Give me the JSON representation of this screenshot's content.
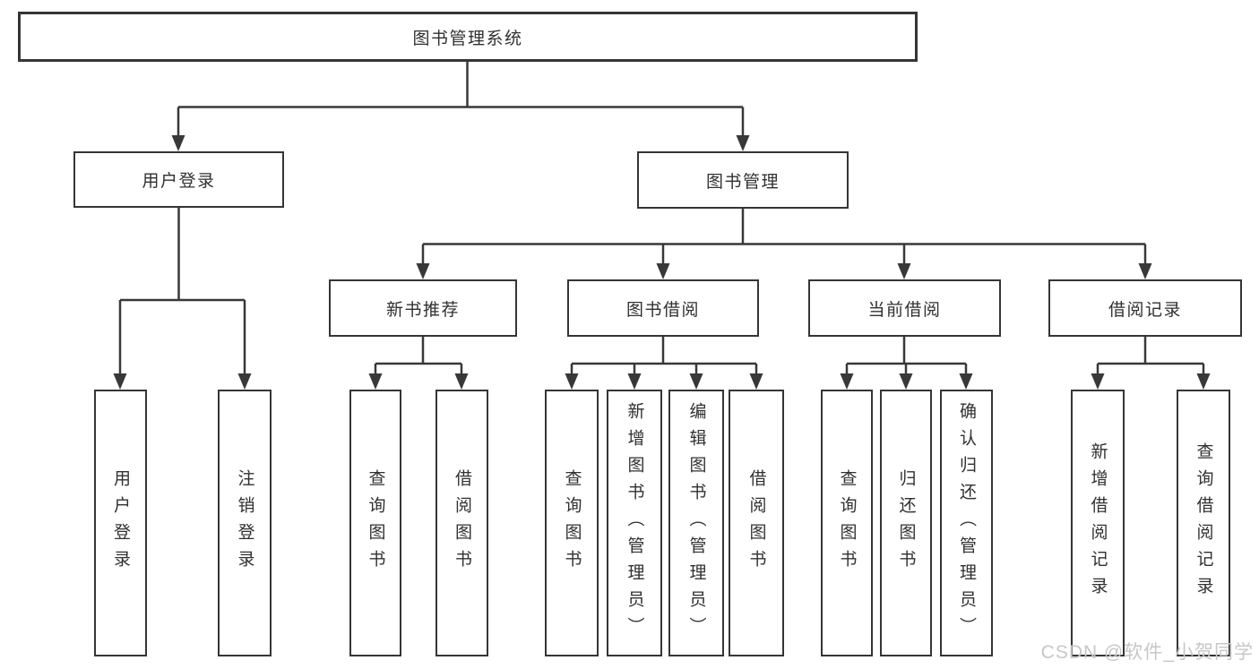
{
  "diagram": {
    "root": {
      "label": "图书管理系统"
    },
    "nodes": [
      {
        "label": "用户登录",
        "children": [
          {
            "label": "用户登录"
          },
          {
            "label": "注销登录"
          }
        ]
      },
      {
        "label": "图书管理",
        "children": [
          {
            "label": "新书推荐",
            "children": [
              {
                "label": "查询图书"
              },
              {
                "label": "借阅图书"
              }
            ]
          },
          {
            "label": "图书借阅",
            "children": [
              {
                "label": "查询图书"
              },
              {
                "label": "新增图书（管理员）"
              },
              {
                "label": "编辑图书（管理员）"
              },
              {
                "label": "借阅图书"
              }
            ]
          },
          {
            "label": "当前借阅",
            "children": [
              {
                "label": "查询图书"
              },
              {
                "label": "归还图书"
              },
              {
                "label": "确认归还（管理员）"
              }
            ]
          },
          {
            "label": "借阅记录",
            "children": [
              {
                "label": "新增借阅记录"
              },
              {
                "label": "查询借阅记录"
              }
            ]
          }
        ]
      }
    ]
  },
  "watermark": {
    "text": "CSDN @软件_小贺同学"
  },
  "colors": {
    "line": "#383838",
    "box_border": "#353535",
    "text": "#303030",
    "watermark": "#c7c7c7",
    "background": "#ffffff"
  }
}
